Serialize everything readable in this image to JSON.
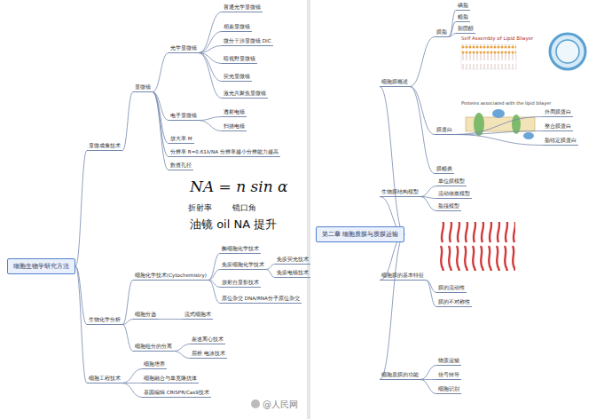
{
  "diagram": {
    "nodes": [
      {
        "text": [
          "细胞生物学研究方法"
        ]
      },
      {
        "text": [
          "显微成像技术"
        ]
      },
      {
        "text": [
          "显微镜"
        ]
      },
      {
        "text": [
          "光学显微镜"
        ]
      },
      {
        "text": [
          "普通光学显微镜"
        ]
      },
      {
        "text": [
          "相差显微镜"
        ]
      },
      {
        "text": [
          "微分干涉显微镜 DIC"
        ]
      },
      {
        "text": [
          "暗视野显微镜"
        ]
      },
      {
        "text": [
          "荧光显微镜"
        ]
      },
      {
        "text": [
          "激光共聚焦显微镜"
        ]
      },
      {
        "text": [
          "电子显微镜"
        ]
      },
      {
        "text": [
          "透射电镜"
        ]
      },
      {
        "text": [
          "扫描电镜"
        ]
      },
      {
        "text": [
          "放大率 M"
        ]
      },
      {
        "text": [
          "分辨率 R=0.61λ/NA 分辨率越小分辨能力越高"
        ]
      },
      {
        "text": [
          "数值孔径"
        ]
      },
      {
        "text": [
          "生物化学分析"
        ]
      },
      {
        "text": [
          "细胞化学技术(Cytochemistry)"
        ]
      },
      {
        "text": [
          "酶细胞化学技术"
        ]
      },
      {
        "text": [
          "免疫细胞化学技术"
        ]
      },
      {
        "text": [
          "免疫荧光技术"
        ]
      },
      {
        "text": [
          "免疫电镜技术"
        ]
      },
      {
        "text": [
          "放射自显影技术"
        ]
      },
      {
        "text": [
          "原位杂交 DNA/RNA分子原位杂交"
        ]
      },
      {
        "text": [
          "细胞分选"
        ]
      },
      {
        "text": [
          "流式细胞术"
        ]
      },
      {
        "text": [
          "细胞组分的分离"
        ]
      },
      {
        "text": [
          "差速离心技术"
        ]
      },
      {
        "text": [
          "层析 电泳技术"
        ]
      },
      {
        "text": [
          "细胞工程技术"
        ]
      },
      {
        "text": [
          "细胞培养"
        ]
      },
      {
        "text": [
          "细胞融合与单克隆抗体"
        ]
      },
      {
        "text": [
          "基因编辑 CRISPR/Cas9技术"
        ]
      },
      {
        "text": [
          "第二章 细胞质膜与质膜运输"
        ]
      },
      {
        "text": [
          "细胞膜概述"
        ]
      },
      {
        "text": [
          "膜脂"
        ]
      },
      {
        "text": [
          "磷脂"
        ]
      },
      {
        "text": [
          "糖脂"
        ]
      },
      {
        "text": [
          "胆固醇"
        ]
      },
      {
        "text": [
          "膜蛋白"
        ]
      },
      {
        "text": [
          "外周膜蛋白"
        ]
      },
      {
        "text": [
          "整合膜蛋白"
        ]
      },
      {
        "text": [
          "脂锚定膜蛋白"
        ]
      },
      {
        "text": [
          "膜糖类"
        ]
      },
      {
        "text": [
          "生物膜结构模型"
        ]
      },
      {
        "text": [
          "单位膜模型"
        ]
      },
      {
        "text": [
          "流动镶嵌模型"
        ]
      },
      {
        "text": [
          "脂筏模型"
        ]
      },
      {
        "text": [
          "细胞膜的基本特征"
        ]
      },
      {
        "text": [
          "膜的流动性"
        ]
      },
      {
        "text": [
          "膜的不对称性"
        ]
      },
      {
        "text": [
          "细胞质膜的功能"
        ]
      },
      {
        "text": [
          "物质运输"
        ]
      },
      {
        "text": [
          "信号转导"
        ]
      },
      {
        "text": [
          "细胞识别"
        ]
      }
    ],
    "edges": [
      {
        "from": 0,
        "to": 1,
        "arrow": "none"
      },
      {
        "from": 0,
        "to": 16,
        "arrow": "none"
      },
      {
        "from": 0,
        "to": 29,
        "arrow": "none"
      },
      {
        "from": 1,
        "to": 2,
        "arrow": "none"
      },
      {
        "from": 2,
        "to": 3,
        "arrow": "none"
      },
      {
        "from": 2,
        "to": 10,
        "arrow": "none"
      },
      {
        "from": 2,
        "to": 13,
        "arrow": "none"
      },
      {
        "from": 2,
        "to": 14,
        "arrow": "none"
      },
      {
        "from": 2,
        "to": 15,
        "arrow": "none"
      },
      {
        "from": 3,
        "to": 4,
        "arrow": "none"
      },
      {
        "from": 3,
        "to": 5,
        "arrow": "none"
      },
      {
        "from": 3,
        "to": 6,
        "arrow": "none"
      },
      {
        "from": 3,
        "to": 7,
        "arrow": "none"
      },
      {
        "from": 3,
        "to": 8,
        "arrow": "none"
      },
      {
        "from": 3,
        "to": 9,
        "arrow": "none"
      },
      {
        "from": 10,
        "to": 11,
        "arrow": "none"
      },
      {
        "from": 10,
        "to": 12,
        "arrow": "none"
      },
      {
        "from": 16,
        "to": 17,
        "arrow": "none"
      },
      {
        "from": 16,
        "to": 24,
        "arrow": "none"
      },
      {
        "from": 16,
        "to": 26,
        "arrow": "none"
      },
      {
        "from": 17,
        "to": 18,
        "arrow": "none"
      },
      {
        "from": 17,
        "to": 19,
        "arrow": "none"
      },
      {
        "from": 17,
        "to": 22,
        "arrow": "none"
      },
      {
        "from": 17,
        "to": 23,
        "arrow": "none"
      },
      {
        "from": 19,
        "to": 20,
        "arrow": "none"
      },
      {
        "from": 19,
        "to": 21,
        "arrow": "none"
      },
      {
        "from": 24,
        "to": 25,
        "arrow": "none"
      },
      {
        "from": 26,
        "to": 27,
        "arrow": "none"
      },
      {
        "from": 26,
        "to": 28,
        "arrow": "none"
      },
      {
        "from": 29,
        "to": 30,
        "arrow": "none"
      },
      {
        "from": 29,
        "to": 31,
        "arrow": "none"
      },
      {
        "from": 29,
        "to": 32,
        "arrow": "none"
      },
      {
        "from": 33,
        "to": 34,
        "arrow": "none"
      },
      {
        "from": 33,
        "to": 44,
        "arrow": "none"
      },
      {
        "from": 33,
        "to": 48,
        "arrow": "none"
      },
      {
        "from": 33,
        "to": 51,
        "arrow": "none"
      },
      {
        "from": 34,
        "to": 35,
        "arrow": "none"
      },
      {
        "from": 34,
        "to": 39,
        "arrow": "none"
      },
      {
        "from": 34,
        "to": 43,
        "arrow": "none"
      },
      {
        "from": 35,
        "to": 36,
        "arrow": "none"
      },
      {
        "from": 35,
        "to": 37,
        "arrow": "none"
      },
      {
        "from": 35,
        "to": 38,
        "arrow": "none"
      },
      {
        "from": 39,
        "to": 40,
        "arrow": "none"
      },
      {
        "from": 39,
        "to": 41,
        "arrow": "none"
      },
      {
        "from": 39,
        "to": 42,
        "arrow": "none"
      },
      {
        "from": 44,
        "to": 45,
        "arrow": "none"
      },
      {
        "from": 44,
        "to": 46,
        "arrow": "none"
      },
      {
        "from": 44,
        "to": 47,
        "arrow": "none"
      },
      {
        "from": 48,
        "to": 49,
        "arrow": "none"
      },
      {
        "from": 48,
        "to": 50,
        "arrow": "none"
      },
      {
        "from": 51,
        "to": 52,
        "arrow": "none"
      },
      {
        "from": 51,
        "to": 53,
        "arrow": "none"
      },
      {
        "from": 51,
        "to": 54,
        "arrow": "none"
      }
    ],
    "labels": [
      "NA = n sin α",
      "折射率",
      "镜口角",
      "油镜 oil NA 提升",
      "Self Assembly of Lipid Bilayer",
      "Proteins associated with the lipid bilayer",
      "@人民网"
    ]
  }
}
